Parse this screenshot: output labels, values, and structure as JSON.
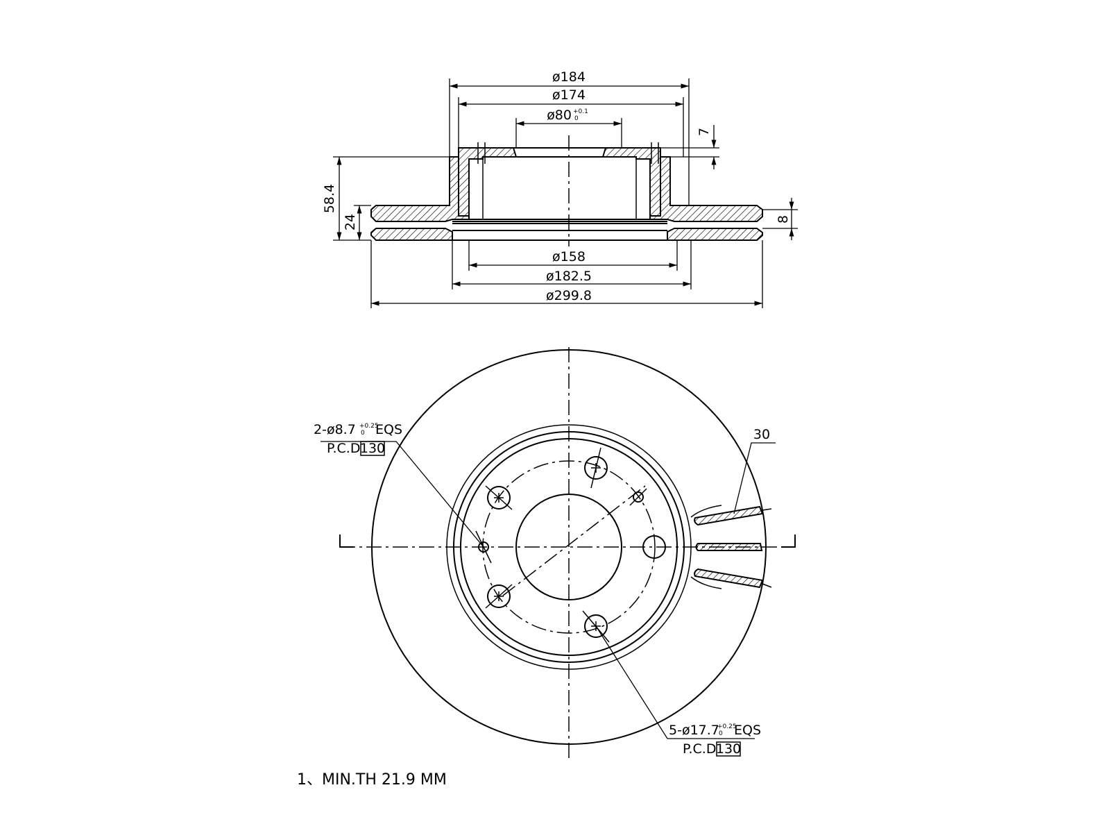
{
  "section_view": {
    "dim_outer_hat": "ø184",
    "dim_hat_inner": "ø174",
    "dim_center_bore": "ø80",
    "dim_center_bore_tol_upper": "+0.1",
    "dim_center_bore_tol_lower": "0",
    "dim_hat_thickness": "7",
    "dim_total_height": "58.4",
    "dim_rotor_thickness": "24",
    "dim_friction_face": "8",
    "dim_inner_ring": "ø158",
    "dim_friction_inner": "ø182.5",
    "dim_outer_diameter": "ø299.8"
  },
  "plan_view": {
    "small_holes_callout": "2-ø8.7",
    "small_holes_tol_upper": "+0.25",
    "small_holes_tol_lower": "0",
    "small_holes_eqs": "EQS",
    "small_holes_pcd_label": "P.C.D",
    "small_holes_pcd_value": "130",
    "bolt_holes_callout": "5-ø17.7",
    "bolt_holes_tol_upper": "+0.25",
    "bolt_holes_tol_lower": "0",
    "bolt_holes_eqs": "EQS",
    "bolt_holes_pcd_label": "P.C.D",
    "bolt_holes_pcd_value": "130",
    "vane_angle": "30"
  },
  "notes": {
    "min_thickness": "1、MIN.TH 21.9 MM"
  }
}
